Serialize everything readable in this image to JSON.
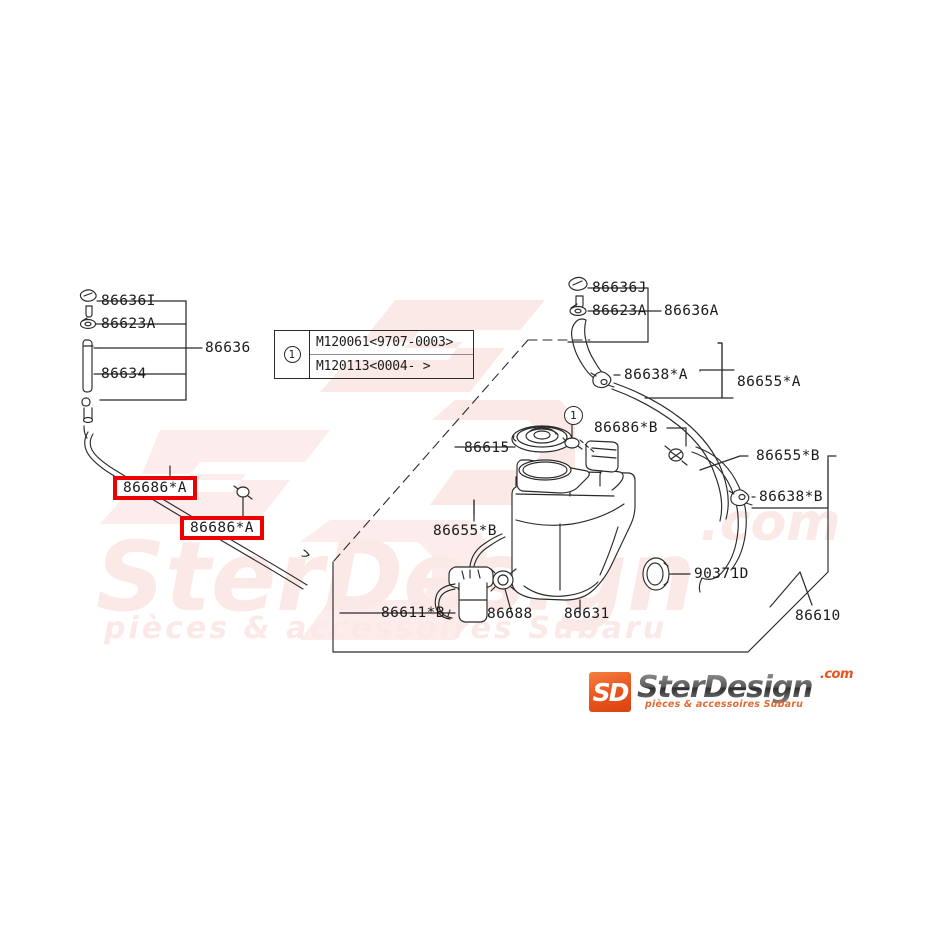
{
  "diagram": {
    "title": "Subaru windshield washer system parts diagram",
    "note_table": {
      "key": "1",
      "rows": [
        "M120061<9707-0003>",
        "M120113<0004-      >"
      ]
    },
    "callout_marker": "1",
    "labels": {
      "l_86636i": "86636I",
      "l_86623a_left": "86623A",
      "l_86636": "86636",
      "l_86634": "86634",
      "l_86636j": "86636J",
      "l_86623a_right": "86623A",
      "l_86636a": "86636A",
      "l_86638a": "86638*A",
      "l_86655a": "86655*A",
      "l_86615": "86615",
      "l_86686b": "86686*B",
      "l_86655b_right": "86655*B",
      "l_86638b": "86638*B",
      "l_86655b_left": "86655*B",
      "l_90371d": "90371D",
      "l_86610": "86610",
      "l_86611b": "86611*B",
      "l_86688": "86688",
      "l_86631": "86631"
    },
    "highlighted": [
      {
        "text": "86686*A"
      },
      {
        "text": "86686*A"
      }
    ],
    "colors": {
      "highlight_border": "#ee0000",
      "line": "#2a2a2a",
      "watermark": "#fbe9e7",
      "logo_orange": "#e8521d"
    }
  },
  "watermark": {
    "brand": "SD",
    "word": "SterDesign",
    "dotcom": ".com",
    "tagline": "pièces & accessoires Subaru"
  },
  "logo": {
    "mark": "SD",
    "word": "SterDesign",
    "dotcom": ".com",
    "tagline": "pièces & accessoires Subaru"
  }
}
